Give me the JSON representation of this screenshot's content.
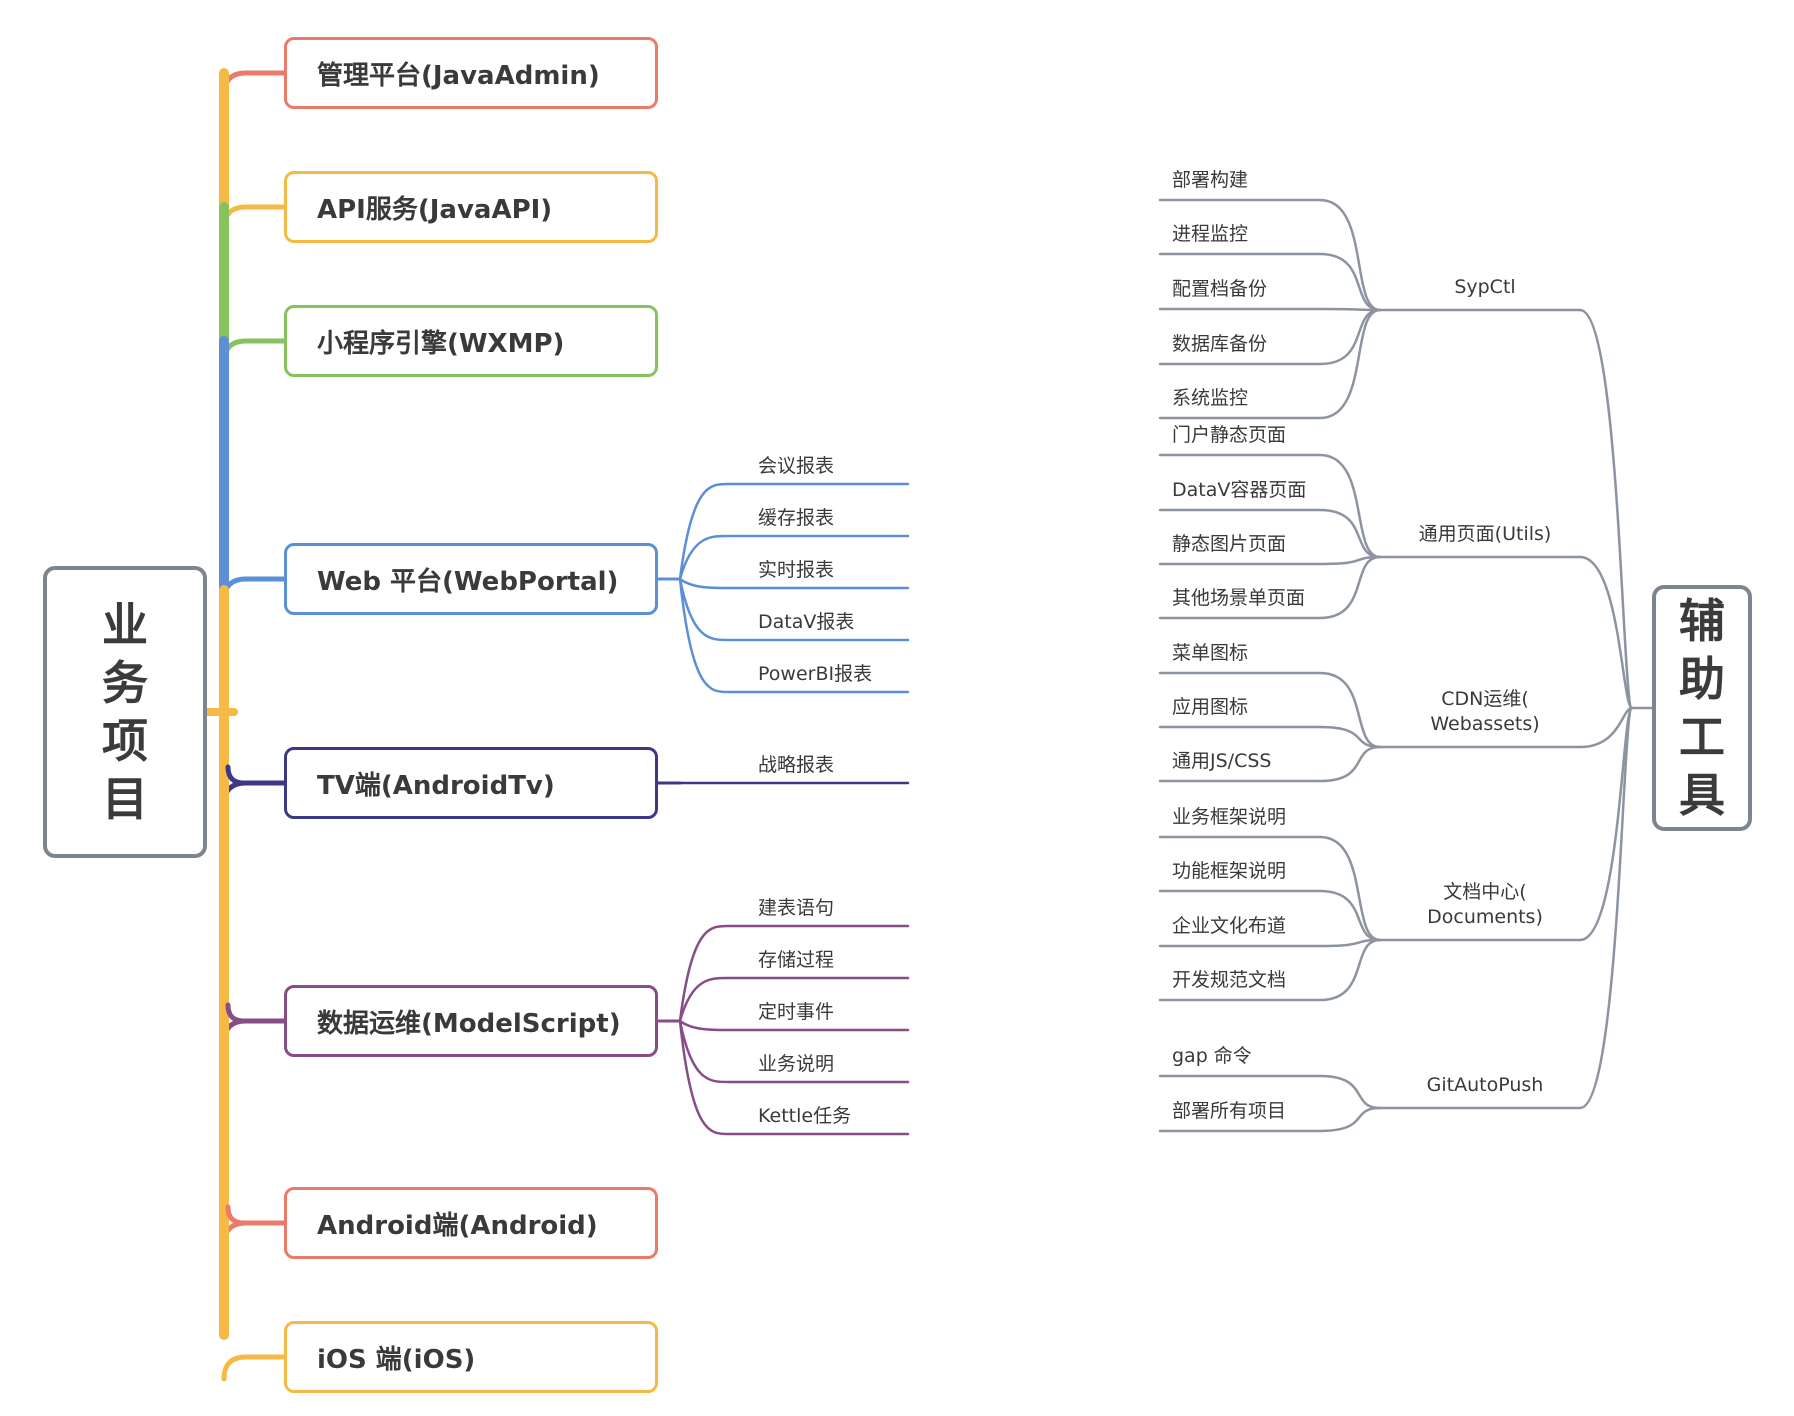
{
  "left_root": {
    "label": "业务项目"
  },
  "right_root": {
    "label": "辅助工具"
  },
  "projects": [
    {
      "label": "管理平台(JavaAdmin)",
      "color": "#ea7a69",
      "children": []
    },
    {
      "label": "API服务(JavaAPI)",
      "color": "#f5b945",
      "children": []
    },
    {
      "label": "小程序引擎(WXMP)",
      "color": "#86c25d",
      "children": []
    },
    {
      "label": "Web 平台(WebPortal)",
      "color": "#5b8fd6",
      "children": [
        "会议报表",
        "缓存报表",
        "实时报表",
        "DataV报表",
        "PowerBI报表"
      ]
    },
    {
      "label": "TV端(AndroidTv)",
      "color": "#3d3788",
      "children": [
        "战略报表"
      ]
    },
    {
      "label": "数据运维(ModelScript)",
      "color": "#874d87",
      "children": [
        "建表语句",
        "存储过程",
        "定时事件",
        "业务说明",
        "Kettle任务"
      ]
    },
    {
      "label": "Android端(Android)",
      "color": "#ea7a69",
      "children": []
    },
    {
      "label": "iOS 端(iOS)",
      "color": "#f5b945",
      "children": []
    }
  ],
  "tools": [
    {
      "label": "SypCtl",
      "children": [
        "部署构建",
        "进程监控",
        "配置档备份",
        "数据库备份",
        "系统监控"
      ]
    },
    {
      "label": "通用页面(Utils)",
      "children": [
        "门户静态页面",
        "DataV容器页面",
        "静态图片页面",
        "其他场景单页面"
      ]
    },
    {
      "label": "CDN运维(\nWebassets)",
      "children": [
        "菜单图标",
        "应用图标",
        "通用JS/CSS"
      ]
    },
    {
      "label": "文档中心(\nDocuments)",
      "children": [
        "业务框架说明",
        "功能框架说明",
        "企业文化布道",
        "开发规范文档"
      ]
    },
    {
      "label": "GitAutoPush",
      "children": [
        "gap 命令",
        "部署所有项目"
      ]
    }
  ],
  "colors": {
    "tool_line": "#8b94a0",
    "root_border": "#7d8591"
  }
}
